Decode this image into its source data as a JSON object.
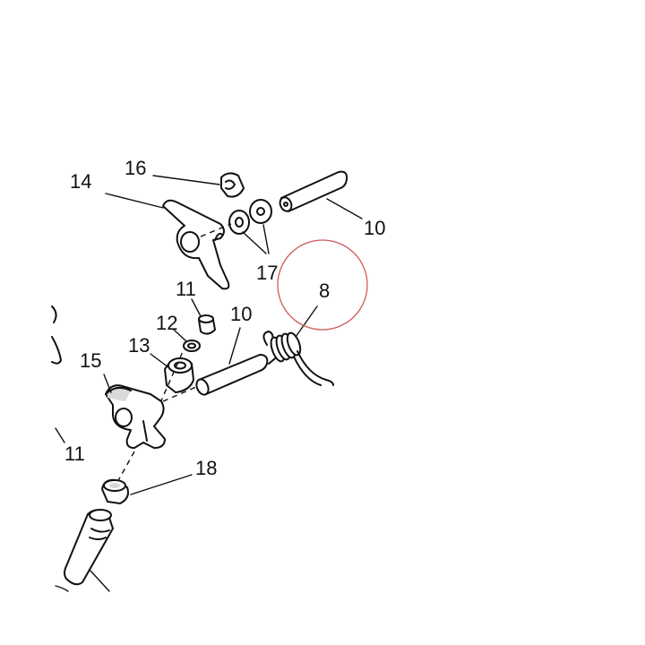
{
  "diagram": {
    "labels": {
      "l14": "14",
      "l16": "16",
      "l10_top": "10",
      "l17": "17",
      "l8": "8",
      "l11_top": "11",
      "l12": "12",
      "l10_mid": "10",
      "l13": "13",
      "l15": "15",
      "l11_left": "11",
      "l18": "18"
    },
    "colors": {
      "ink": "#111111",
      "highlight_circle": "#d05a5a"
    }
  }
}
